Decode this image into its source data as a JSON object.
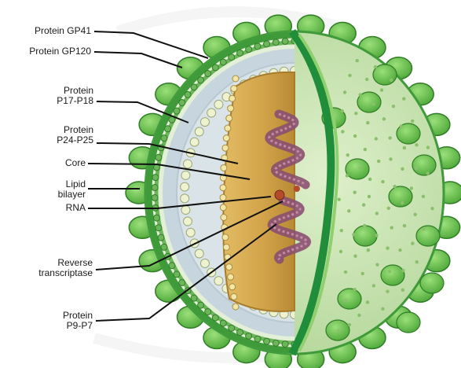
{
  "diagram": {
    "labels": {
      "gp41": "Protein GP41",
      "gp120": "Protein GP120",
      "p17_line1": "Protein",
      "p17_line2": "P17-P18",
      "p24_line1": "Protein",
      "p24_line2": "P24-P25",
      "core": "Core",
      "lipid_line1": "Lipid",
      "lipid_line2": "bilayer",
      "rna": "RNA",
      "rt_line1": "Reverse",
      "rt_line2": "transcriptase",
      "p9_line1": "Protein",
      "p9_line2": "P9-P7"
    },
    "colors": {
      "knob": "#6cc24a",
      "knob_edge": "#2f7d25",
      "envelope": "#c9e2b3",
      "envelope_dots": "#8bbf6c",
      "bilayer": "#1e8f3a",
      "matrix": "#c6d3dc",
      "core": "#c99a3c",
      "core_light": "#dcb25a",
      "rna": "#8a5070",
      "watermark": "#e6e6e6"
    }
  }
}
